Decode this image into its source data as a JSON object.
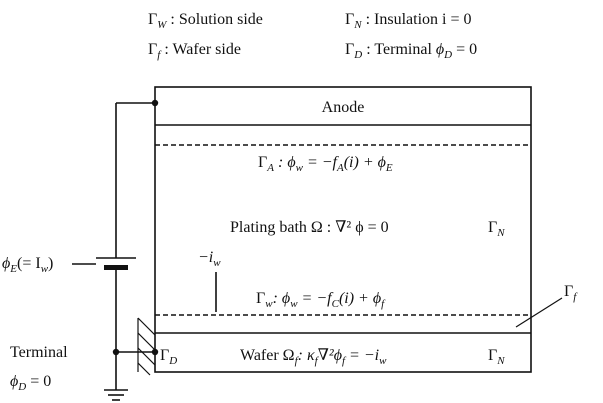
{
  "legend": {
    "gamma_w_sym": "Γ",
    "gamma_w_sub": "W",
    "gamma_w_text": " : Solution side",
    "gamma_f_sym": "Γ",
    "gamma_f_sub": "f",
    "gamma_f_text": "  : Wafer side",
    "gamma_n_sym": "Γ",
    "gamma_n_sub": "N",
    "gamma_n_text": " : Insulation i = 0",
    "gamma_d_sym": "Γ",
    "gamma_d_sub": "D",
    "gamma_d_text": " : Terminal ",
    "gamma_d_phi": "ϕ",
    "gamma_d_phi_sub": "D",
    "gamma_d_end": " = 0"
  },
  "regions": {
    "anode": "Anode",
    "plating_bath": "Plating bath  Ω : ∇² ϕ = 0",
    "wafer_label": "Wafer  Ω",
    "wafer_sub": "f",
    "wafer_eq": ": κ",
    "wafer_kappa_sub": "f",
    "wafer_eq2": "∇²ϕ",
    "wafer_phi_sub": "f",
    "wafer_eq3": " = −i",
    "wafer_w_sub": "w"
  },
  "boundaries": {
    "gamma_a": "Γ",
    "gamma_a_sub": "A",
    "gamma_a_eq1": " : ϕ",
    "gamma_a_eq1_sub": "w",
    "gamma_a_eq2": " = −f",
    "gamma_a_eq2_sub": "A",
    "gamma_a_eq3": "(i) + ϕ",
    "gamma_a_eq3_sub": "E",
    "gamma_w": "Γ",
    "gamma_w_sub": "w",
    "gamma_w_eq1": ": ϕ",
    "gamma_w_eq1_sub": "w",
    "gamma_w_eq2": " = −f",
    "gamma_w_eq2_sub": "C",
    "gamma_w_eq3": "(i) + ϕ",
    "gamma_w_eq3_sub": "f",
    "gamma_n_upper": "Γ",
    "gamma_n_upper_sub": "N",
    "gamma_n_lower": "Γ",
    "gamma_n_lower_sub": "N",
    "gamma_f": "Γ",
    "gamma_f_sub": "f",
    "gamma_d": "Γ",
    "gamma_d_sub": "D"
  },
  "source": {
    "phi": "ϕ",
    "phi_sub": "E",
    "eq": "(= I",
    "eq_sub": "w",
    "close": ")",
    "current": "−i",
    "current_sub": "w"
  },
  "terminal": {
    "label": "Terminal",
    "phi": "ϕ",
    "phi_sub": "D",
    "eq": " = 0"
  }
}
